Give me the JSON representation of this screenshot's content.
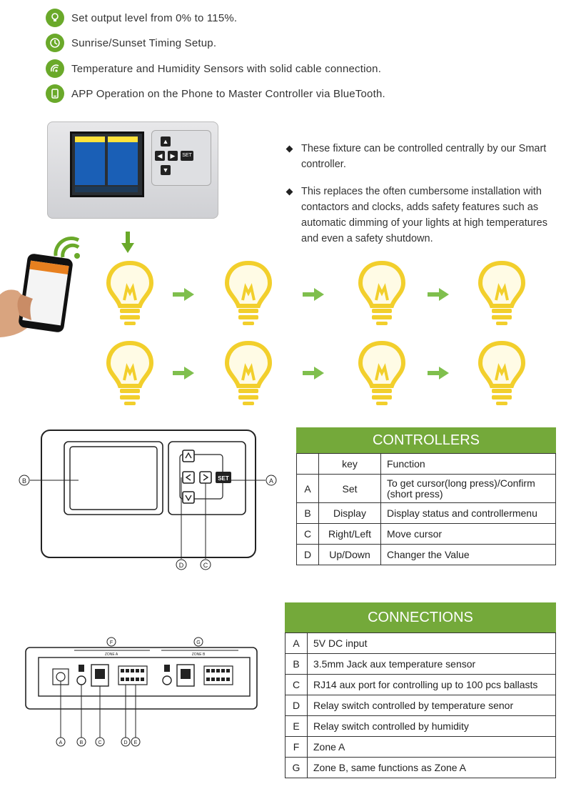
{
  "features": [
    {
      "icon": "lightbulb-icon",
      "text": "Set output level from 0% to 115%."
    },
    {
      "icon": "clock-icon",
      "text": "Sunrise/Sunset Timing Setup."
    },
    {
      "icon": "sensor-icon",
      "text": "Temperature and Humidity Sensors with solid cable connection."
    },
    {
      "icon": "phone-icon",
      "text": "APP Operation on the Phone to Master Controller via BlueTooth."
    }
  ],
  "bullets": [
    {
      "text": "These fixture can be controlled centrally by our Smart  controller."
    },
    {
      "text": "This replaces the often cumbersome installation with contactors and clocks,  adds safety features such as automatic dimming of your lights at high temperatures and even a safety shutdown."
    }
  ],
  "controller_device": {
    "set_label": "SET",
    "callout_b": "B",
    "callout_a": "A",
    "callout_d": "D",
    "callout_c": "C"
  },
  "controllers_table": {
    "title": "CONTROLLERS",
    "header": {
      "key": "key",
      "function": "Function"
    },
    "rows": [
      {
        "id": "A",
        "key": "Set",
        "function": "To get cursor(long press)/Confirm (short press)"
      },
      {
        "id": "B",
        "key": "Display",
        "function": "Display status and controllermenu"
      },
      {
        "id": "C",
        "key": "Right/Left",
        "function": "Move cursor"
      },
      {
        "id": "D",
        "key": "Up/Down",
        "function": "Changer the Value"
      }
    ]
  },
  "connections_device": {
    "zone_a": "ZONE A",
    "zone_b": "ZONE B",
    "callouts": [
      "A",
      "B",
      "C",
      "D",
      "E"
    ],
    "top_callouts": [
      "F",
      "G"
    ]
  },
  "connections_table": {
    "title": "CONNECTIONS",
    "rows": [
      {
        "id": "A",
        "desc": "5V DC input"
      },
      {
        "id": "B",
        "desc": "3.5mm Jack aux temperature sensor"
      },
      {
        "id": "C",
        "desc": "RJ14 aux port for controlling up to 100 pcs ballasts"
      },
      {
        "id": "D",
        "desc": "Relay switch controlled by temperature senor"
      },
      {
        "id": "E",
        "desc": "Relay switch controlled by humidity"
      },
      {
        "id": "F",
        "desc": "Zone A"
      },
      {
        "id": "G",
        "desc": "Zone B,  same functions as Zone A"
      }
    ]
  },
  "colors": {
    "accent_green": "#74a93a",
    "bulb_yellow": "#f3d43a",
    "arrow_green": "#7fbf4d"
  }
}
